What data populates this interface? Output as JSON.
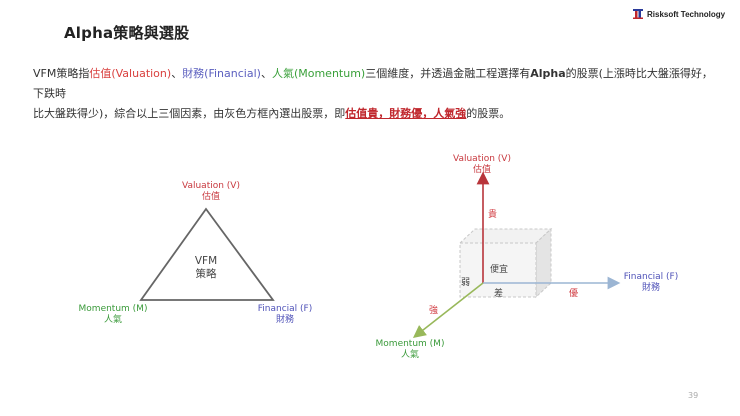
{
  "header": {
    "title": "Alpha策略與選股",
    "brand": {
      "name": "Risksoft Technology",
      "logo_icon": "risksoft-logo-icon",
      "logo_colors": [
        "#c0272d",
        "#2a3a9a"
      ]
    }
  },
  "intro": {
    "line1": {
      "p1": "VFM策略指",
      "valuation": "估值(Valuation)",
      "sep1": "、",
      "financial": "財務(Financial)",
      "sep2": "、",
      "momentum": "人氣(Momentum)",
      "p2": "三個維度，并透過金融工程選擇有",
      "alpha": "Alpha",
      "p3": "的股票(上漲時比大盤漲得好，下跌時"
    },
    "line2": {
      "p1": "比大盤跌得少)，綜合以上三個因素，由灰色方框內選出股票，即",
      "highlight": "估值貴，財務優，人氣強",
      "p2": "的股票。"
    }
  },
  "triangle_diagram": {
    "center": {
      "line1": "VFM",
      "line2": "策略"
    },
    "top": {
      "en": "Valuation (V)",
      "zh": "估值"
    },
    "left": {
      "en": "Momentum (M)",
      "zh": "人氣"
    },
    "right": {
      "en": "Financial (F)",
      "zh": "財務"
    }
  },
  "cube_diagram": {
    "vertical_axis": {
      "en": "Valuation (V)",
      "zh": "估值",
      "high_label": "貴",
      "low_label": "便宜"
    },
    "horizontal_axis": {
      "en": "Financial (F)",
      "zh": "財務",
      "high_label": "優",
      "low_label": "差"
    },
    "depth_axis": {
      "en": "Momentum (M)",
      "zh": "人氣",
      "high_label": "強",
      "low_label": "弱"
    }
  },
  "colors": {
    "valuation": "#c8393f",
    "financial": "#4f52b8",
    "momentum": "#3a9a3a",
    "financial_axis": "#9bb5d3",
    "momentum_axis": "#98b85a",
    "highlight": "#c0272d"
  },
  "footer": {
    "page_number": "39"
  }
}
